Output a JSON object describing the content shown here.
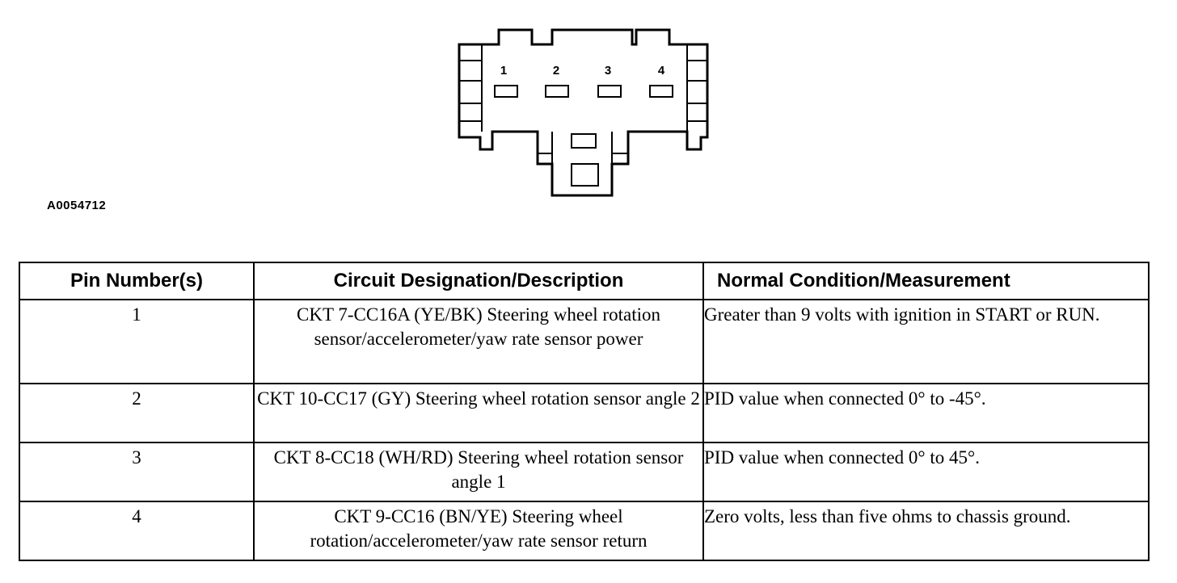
{
  "diagram": {
    "figure_id": "A0054712",
    "pin_labels": [
      "1",
      "2",
      "3",
      "4"
    ]
  },
  "table": {
    "headers": {
      "pin": "Pin Number(s)",
      "circuit": "Circuit Designation/Description",
      "condition": "Normal Condition/Measurement"
    },
    "rows": [
      {
        "pin": "1",
        "circuit": "CKT 7-CC16A (YE/BK) Steering wheel rotation sensor/accelerometer/yaw rate sensor power",
        "condition": "Greater than 9 volts with ignition in START or RUN."
      },
      {
        "pin": "2",
        "circuit": "CKT 10-CC17 (GY) Steering wheel rotation sensor angle 2",
        "condition": "PID value when connected 0° to -45°."
      },
      {
        "pin": "3",
        "circuit": "CKT 8-CC18 (WH/RD) Steering wheel rotation sensor angle 1",
        "condition": "PID value when connected 0° to 45°."
      },
      {
        "pin": "4",
        "circuit": "CKT 9-CC16 (BN/YE) Steering wheel rotation/accelerometer/yaw rate sensor return",
        "condition": "Zero volts, less than five ohms to chassis ground."
      }
    ]
  }
}
